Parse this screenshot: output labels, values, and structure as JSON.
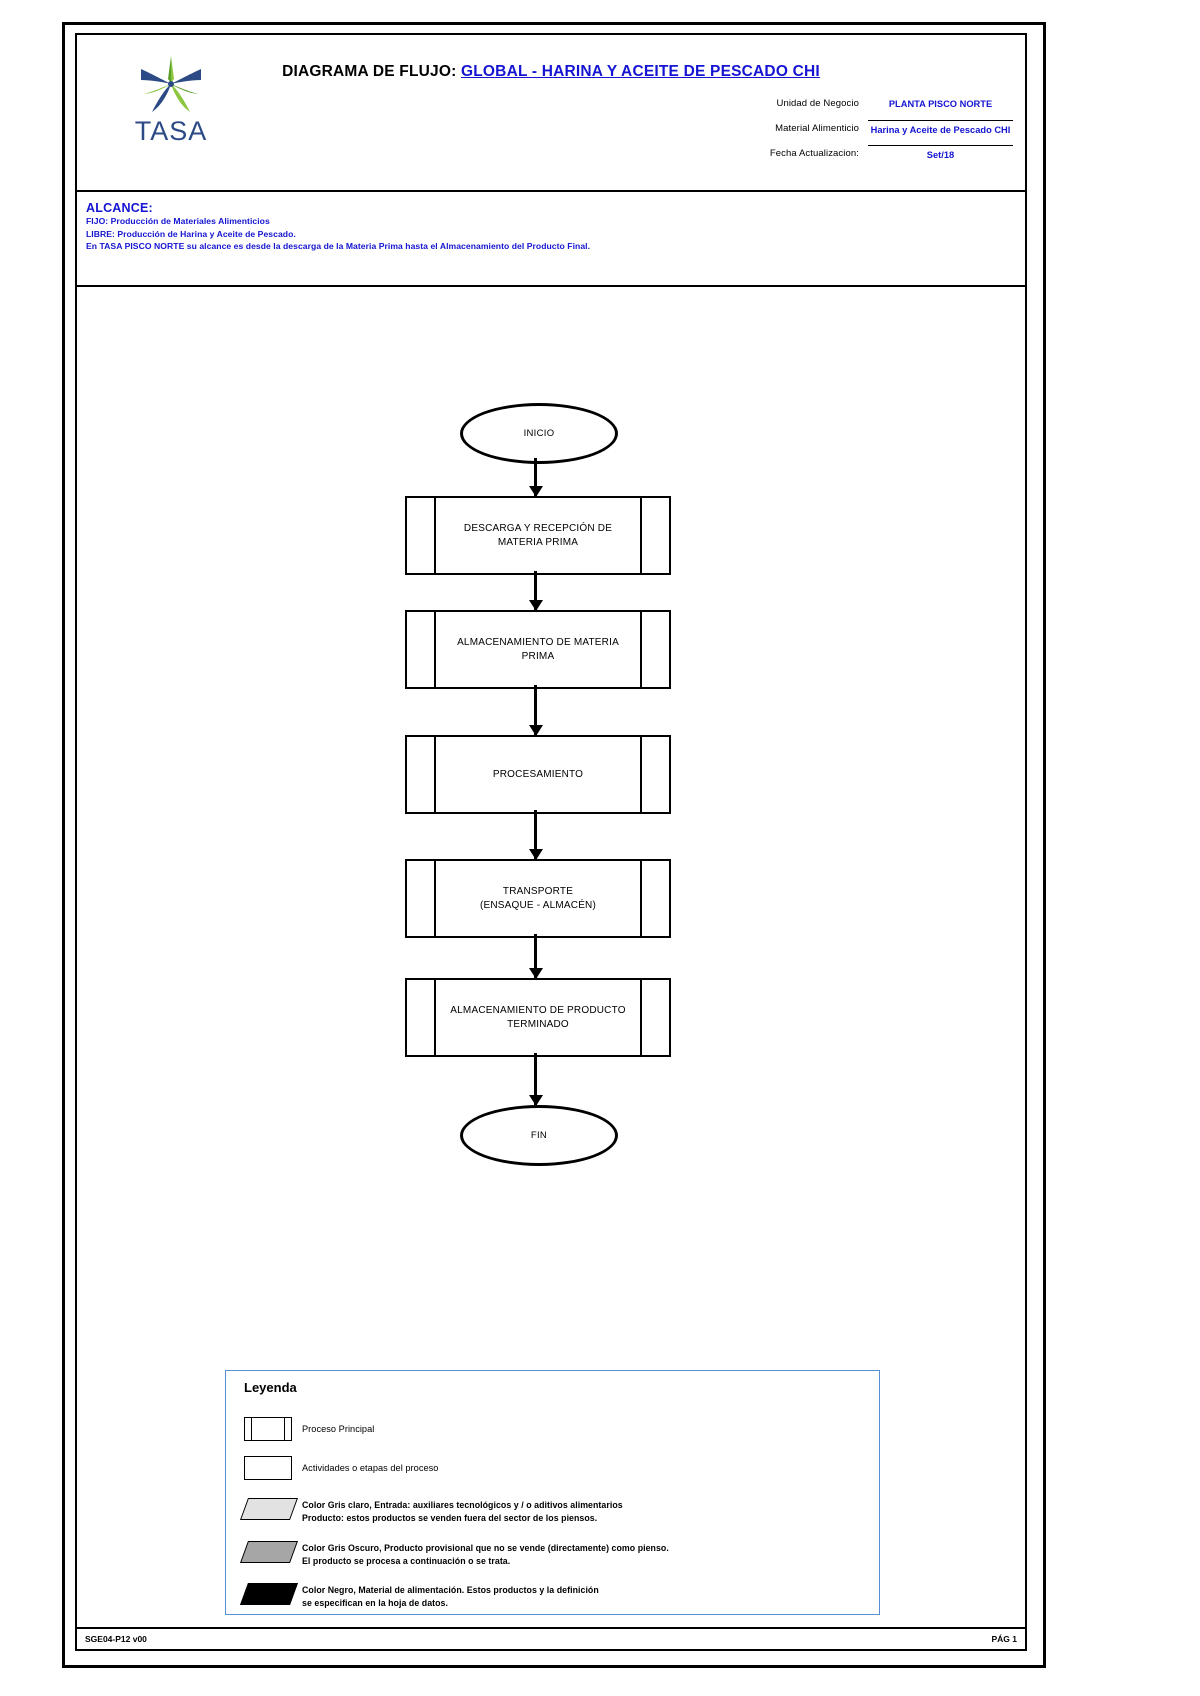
{
  "document": {
    "title_label": "DIAGRAMA DE FLUJO:",
    "title_value": "GLOBAL -  HARINA Y ACEITE DE PESCADO CHI",
    "logo_text": "TASA",
    "accent_blue": "#1414d2",
    "legend_border": "#5b8fd4"
  },
  "meta": {
    "rows": [
      {
        "label": "Unidad de Negocio",
        "value": "PLANTA PISCO NORTE"
      },
      {
        "label": "Material Alimenticio",
        "value": "Harina y Aceite de Pescado CHI"
      },
      {
        "label": "Fecha Actualizacion:",
        "value": "Set/18"
      }
    ]
  },
  "alcance": {
    "title": "ALCANCE:",
    "lines": [
      "FIJO: Producción de Materiales Alimenticios",
      "LIBRE: Producción de Harina y Aceite de Pescado.",
      "En TASA PISCO NORTE su alcance es desde la descarga de la Materia Prima hasta el Almacenamiento del Producto Final."
    ]
  },
  "flow": {
    "start": "INICIO",
    "end": "FIN",
    "steps": [
      "DESCARGA Y RECEPCIÓN DE MATERIA PRIMA",
      "ALMACENAMIENTO DE MATERIA PRIMA",
      "PROCESAMIENTO",
      "TRANSPORTE\n(ENSAQUE -  ALMACÉN)",
      "ALMACENAMIENTO DE PRODUCTO TERMINADO"
    ]
  },
  "legend": {
    "title": "Leyenda",
    "items": [
      {
        "symbol": "predefined-process",
        "text": "Proceso Principal"
      },
      {
        "symbol": "rectangle",
        "text": "Actividades o etapas del proceso"
      },
      {
        "symbol": "parallelogram-light",
        "text": "Color Gris claro, Entrada: auxiliares tecnológicos y / o aditivos alimentarios\nProducto: estos productos se venden fuera del sector de los piensos."
      },
      {
        "symbol": "parallelogram-dark",
        "text": "Color Gris Oscuro, Producto provisional que no se vende (directamente) como pienso.\nEl producto se procesa a continuación o se trata."
      },
      {
        "symbol": "parallelogram-black",
        "text": "Color Negro, Material de alimentación. Estos productos y la definición\nse especifican en la  hoja de datos."
      }
    ]
  },
  "footer": {
    "code": "SGE04-P12 v00",
    "page": "PÁG 1"
  }
}
